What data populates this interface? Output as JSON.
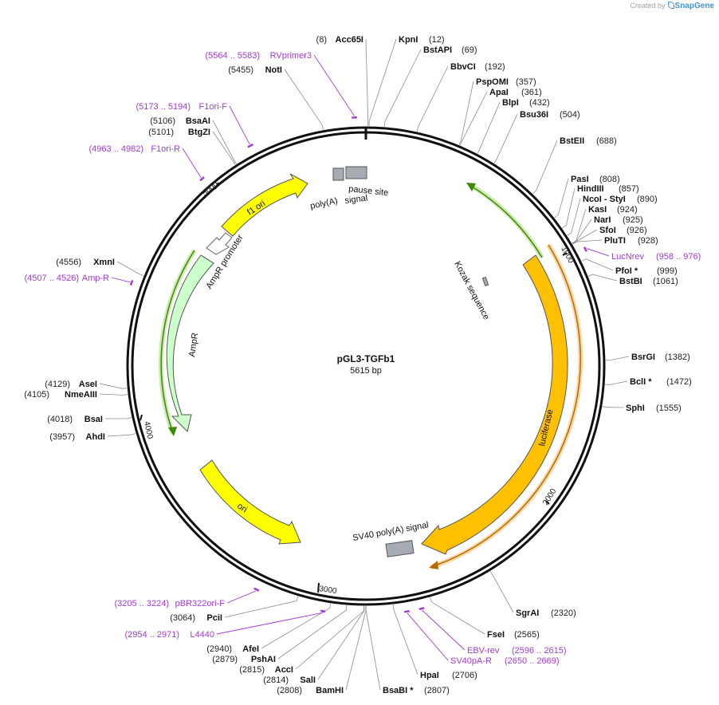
{
  "credit": {
    "created_by": "Created by",
    "brand": "SnapGene"
  },
  "plasmid": {
    "name": "pGL3-TGFb1",
    "length_text": "5615 bp",
    "length": 5615
  },
  "ticks": [
    "1000",
    "2000",
    "3000",
    "4000",
    "5000"
  ],
  "enzymes": [
    {
      "name": "Acc65I",
      "pos": "(8)",
      "site": 8
    },
    {
      "name": "KpnI",
      "pos": "(12)",
      "site": 12
    },
    {
      "name": "BstAPI",
      "pos": "(69)",
      "site": 69
    },
    {
      "name": "BbvCI",
      "pos": "(192)",
      "site": 192
    },
    {
      "name": "PspOMI",
      "pos": "(357)",
      "site": 357
    },
    {
      "name": "ApaI",
      "pos": "(361)",
      "site": 361
    },
    {
      "name": "BlpI",
      "pos": "(432)",
      "site": 432
    },
    {
      "name": "Bsu36I",
      "pos": "(504)",
      "site": 504
    },
    {
      "name": "BstEII",
      "pos": "(688)",
      "site": 688
    },
    {
      "name": "PasI",
      "pos": "(808)",
      "site": 808
    },
    {
      "name": "HindIII",
      "pos": "(857)",
      "site": 857
    },
    {
      "name": "NcoI - StyI",
      "pos": "(890)",
      "site": 890
    },
    {
      "name": "KasI",
      "pos": "(924)",
      "site": 924
    },
    {
      "name": "NarI",
      "pos": "(925)",
      "site": 925
    },
    {
      "name": "SfoI",
      "pos": "(926)",
      "site": 926
    },
    {
      "name": "PluTI",
      "pos": "(928)",
      "site": 928
    },
    {
      "name": "PfoI *",
      "pos": "(999)",
      "site": 999
    },
    {
      "name": "BstBI",
      "pos": "(1061)",
      "site": 1061
    },
    {
      "name": "BsrGI",
      "pos": "(1382)",
      "site": 1382
    },
    {
      "name": "BclI *",
      "pos": "(1472)",
      "site": 1472
    },
    {
      "name": "SphI",
      "pos": "(1555)",
      "site": 1555
    },
    {
      "name": "SgrAI",
      "pos": "(2320)",
      "site": 2320
    },
    {
      "name": "FseI",
      "pos": "(2565)",
      "site": 2565
    },
    {
      "name": "HpaI",
      "pos": "(2706)",
      "site": 2706
    },
    {
      "name": "BsaBI *",
      "pos": "(2807)",
      "site": 2807
    },
    {
      "name": "BamHI",
      "pos": "(2808)",
      "site": 2808
    },
    {
      "name": "SalI",
      "pos": "(2814)",
      "site": 2814
    },
    {
      "name": "AccI",
      "pos": "(2815)",
      "site": 2815
    },
    {
      "name": "PshAI",
      "pos": "(2879)",
      "site": 2879
    },
    {
      "name": "AfeI",
      "pos": "(2940)",
      "site": 2940
    },
    {
      "name": "PciI",
      "pos": "(3064)",
      "site": 3064
    },
    {
      "name": "AhdI",
      "pos": "(3957)",
      "site": 3957
    },
    {
      "name": "BsaI",
      "pos": "(4018)",
      "site": 4018
    },
    {
      "name": "NmeAIII",
      "pos": "(4105)",
      "site": 4105
    },
    {
      "name": "AseI",
      "pos": "(4129)",
      "site": 4129
    },
    {
      "name": "XmnI",
      "pos": "(4556)",
      "site": 4556
    },
    {
      "name": "BtgZI",
      "pos": "(5101)",
      "site": 5101
    },
    {
      "name": "BsaAI",
      "pos": "(5106)",
      "site": 5106
    },
    {
      "name": "NotI",
      "pos": "(5455)",
      "site": 5455
    }
  ],
  "primers": [
    {
      "name": "RVprimer3",
      "range": "(5564 .. 5583)",
      "start": 5564,
      "end": 5583
    },
    {
      "name": "F1ori-F",
      "range": "(5173 .. 5194)",
      "start": 5173,
      "end": 5194
    },
    {
      "name": "F1ori-R",
      "range": "(4963 .. 4982)",
      "start": 4963,
      "end": 4982
    },
    {
      "name": "Amp-R",
      "range": "(4507 .. 4526)",
      "start": 4507,
      "end": 4526
    },
    {
      "name": "LucNrev",
      "range": "(958 .. 976)",
      "start": 958,
      "end": 976
    },
    {
      "name": "EBV-rev",
      "range": "(2596 .. 2615)",
      "start": 2596,
      "end": 2615
    },
    {
      "name": "SV40pA-R",
      "range": "(2650 .. 2669)",
      "start": 2650,
      "end": 2669
    },
    {
      "name": "L4440",
      "range": "(2954 .. 2971)",
      "start": 2954,
      "end": 2971
    },
    {
      "name": "pBR322ori-F",
      "range": "(3205 .. 3224)",
      "start": 3205,
      "end": 3224
    }
  ],
  "features": [
    {
      "name": "f1 ori",
      "type": "rep_origin",
      "color": "#ffff00"
    },
    {
      "name": "AmpR promoter",
      "type": "promoter",
      "color": "#ffffff"
    },
    {
      "name": "AmpR",
      "type": "CDS",
      "color": "#ccffcc"
    },
    {
      "name": "ori",
      "type": "rep_origin",
      "color": "#ffff00"
    },
    {
      "name": "luciferase",
      "type": "CDS",
      "color": "#ffc000"
    },
    {
      "name": "poly(A) signal",
      "type": "polyA",
      "color": "#a6acb3"
    },
    {
      "name": "pause site",
      "type": "misc",
      "color": "#a6acb3"
    },
    {
      "name": "Kozak sequence",
      "type": "misc",
      "color": "#a6acb3"
    },
    {
      "name": "SV40 poly(A) signal",
      "type": "polyA",
      "color": "#a6acb3"
    }
  ],
  "colors": {
    "primer": "#a23ad6",
    "backbone": "#111111",
    "orf_green": "#3d8a00",
    "orf_orange": "#b96a00"
  }
}
